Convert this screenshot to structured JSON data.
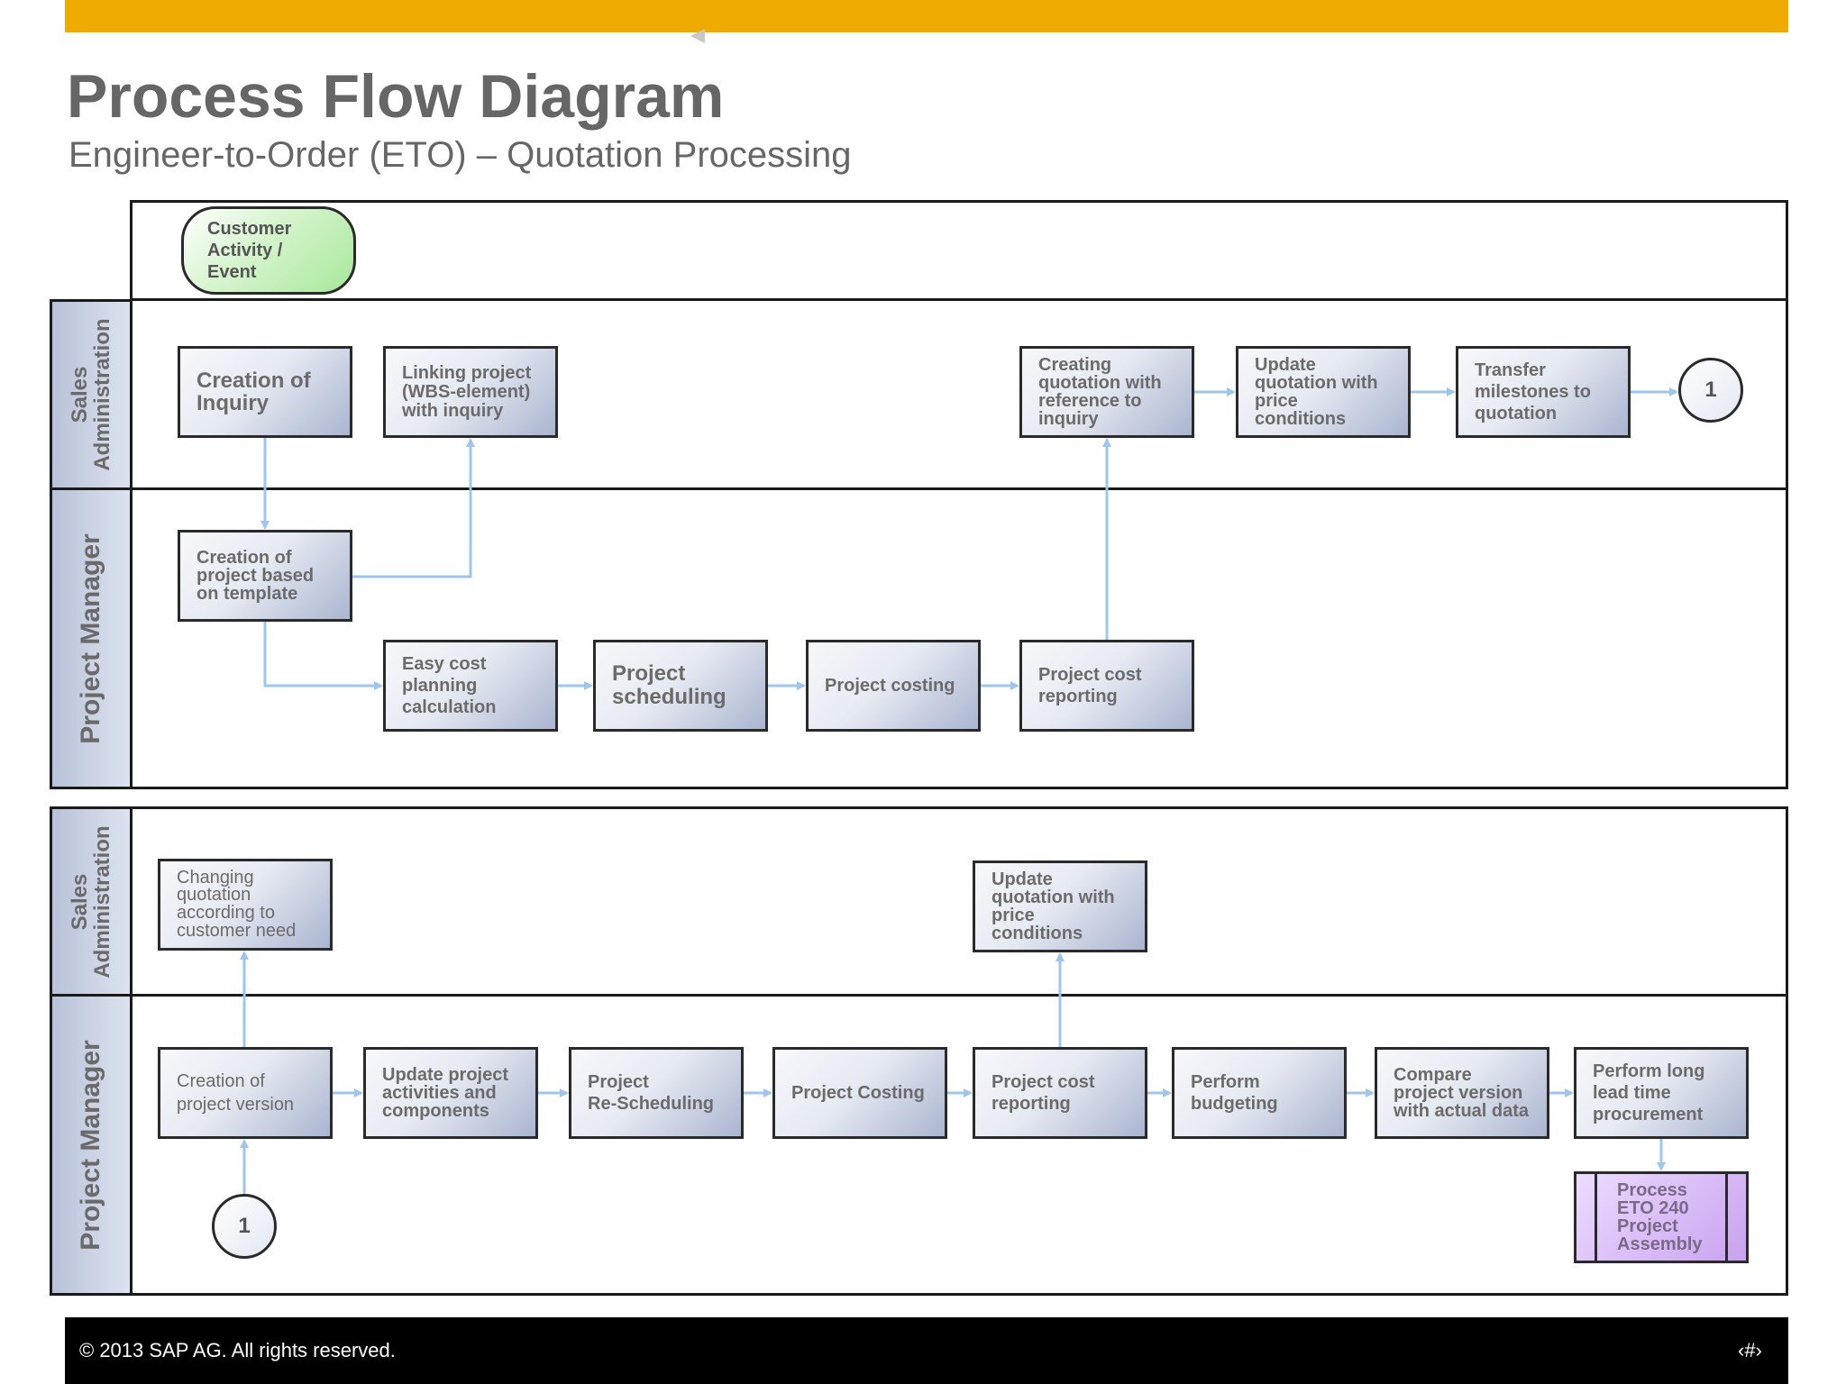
{
  "header": {
    "title": "Process Flow Diagram",
    "subtitle": "Engineer-to-Order (ETO) – Quotation Processing"
  },
  "lanes": {
    "sales_administration": "Sales\nAdministration",
    "project_manager": "Project Manager"
  },
  "diagram1": {
    "customer_event": "Customer\nActivity /\nEvent",
    "creation_of_inquiry": "Creation of\nInquiry",
    "linking_project": "Linking project\n(WBS-element)\nwith inquiry",
    "creating_quotation": "Creating\nquotation with\nreference to\ninquiry",
    "update_quotation": "Update\nquotation with\nprice\nconditions",
    "transfer_milestones": "Transfer\nmilestones to\nquotation",
    "connector": "1",
    "creation_of_project": "Creation of\nproject based\non template",
    "easy_cost": "Easy cost\nplanning\ncalculation",
    "project_scheduling": "Project\nscheduling",
    "project_costing": "Project costing",
    "project_cost_reporting": "Project cost\nreporting"
  },
  "diagram2": {
    "changing_quotation": "Changing\nquotation\naccording to\ncustomer need",
    "update_quotation": "Update\nquotation with\nprice\nconditions",
    "creation_of_version": "Creation of\nproject version",
    "update_activities": "Update project\nactivities and\ncomponents",
    "rescheduling": "Project\nRe-Scheduling",
    "project_costing": "Project Costing",
    "cost_reporting": "Project cost\nreporting",
    "budgeting": "Perform\nbudgeting",
    "compare_version": "Compare\nproject version\nwith actual data",
    "long_lead": "Perform long\nlead time\nprocurement",
    "process_eto": "Process\nETO 240\nProject\nAssembly",
    "connector": "1"
  },
  "footer": {
    "copyright": "©  2013 SAP AG. All rights reserved.",
    "page_number": "‹#›"
  },
  "colors": {
    "accent_bar": "#f0ab00",
    "arrow": "#9cc6f0",
    "event_fill": "#b4eca8",
    "subprocess_fill": "#c9a2f0"
  }
}
